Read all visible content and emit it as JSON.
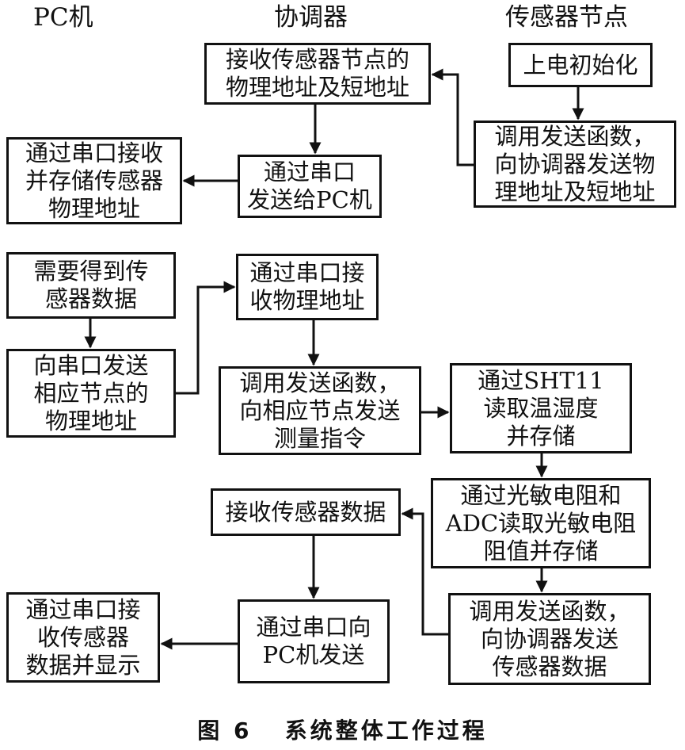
{
  "columns": {
    "pc": "PC机",
    "coordinator": "协调器",
    "sensor_node": "传感器节点"
  },
  "boxes": {
    "power_on_init": "上电初始化",
    "call_send_addr": "调用发送函数，\n向协调器发送物\n理地址及短地址",
    "receive_addr": "接收传感器节点的\n物理地址及短地址",
    "serial_send_pc": "通过串口\n发送给PC机",
    "pc_receive_store": "通过串口接收\n并存储传感器\n物理地址",
    "pc_need_data": "需要得到传\n感器数据",
    "pc_send_addr": "向串口发送\n相应节点的\n物理地址",
    "coord_receive_addr": "通过串口接\n收物理地址",
    "coord_send_cmd": "调用发送函数，\n向相应节点发送\n测量指令",
    "sht11_read": "通过SHT11\n读取温湿度\n并存储",
    "adc_read": "通过光敏电阻和\nADC读取光敏电阻\n阻值并存储",
    "call_send_data": "调用发送函数，\n向协调器发送\n传感器数据",
    "coord_receive_data": "接收传感器数据",
    "coord_send_pc": "通过串口向\nPC机发送",
    "pc_display": "通过串口接\n收传感器\n数据并显示"
  },
  "caption": "图 6   系统整体工作过程"
}
